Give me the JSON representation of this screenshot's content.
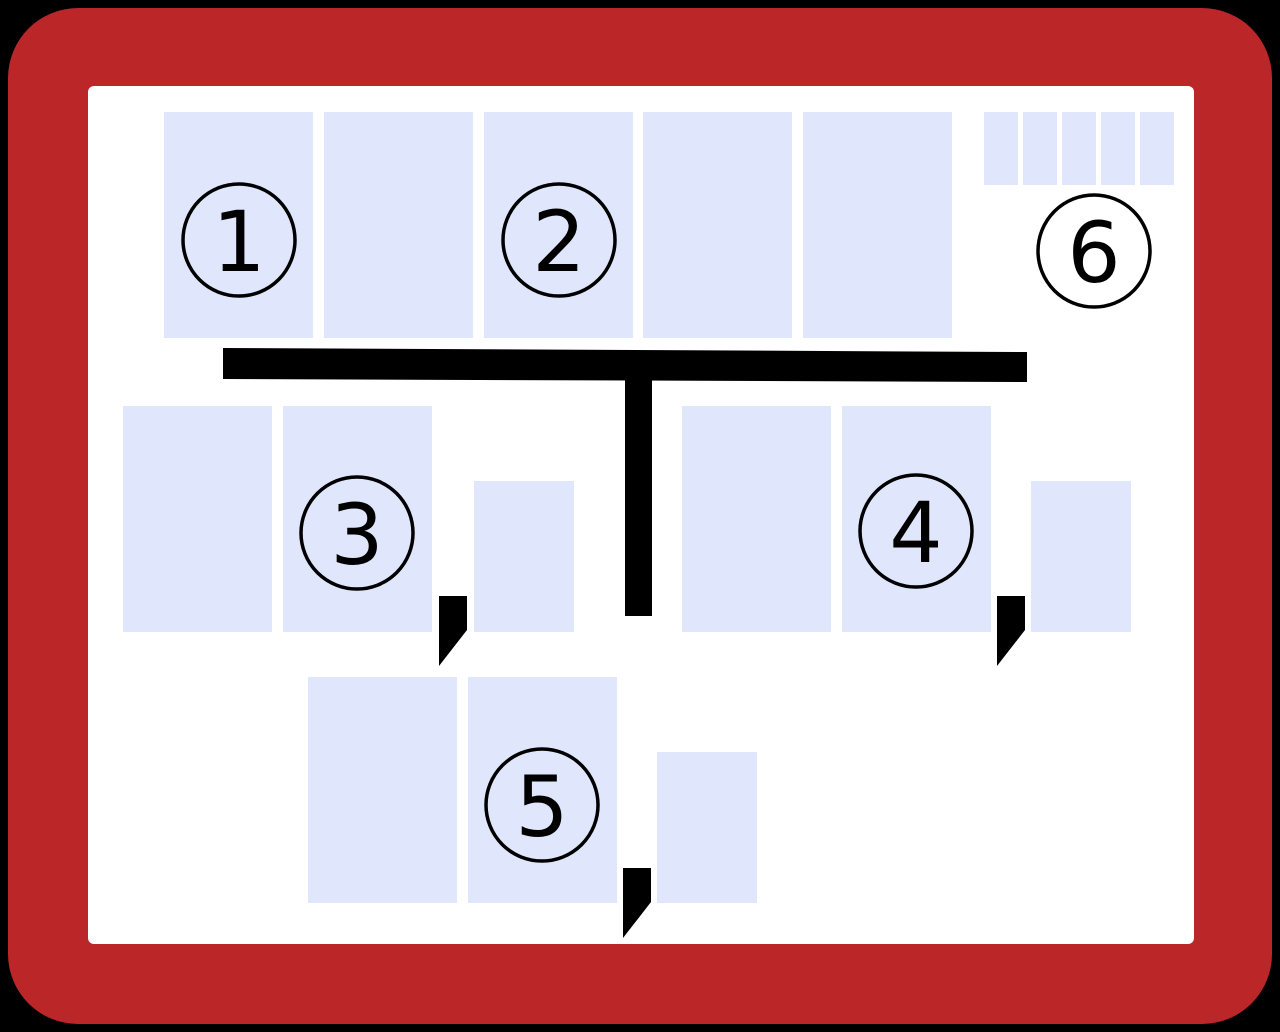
{
  "colors": {
    "frame": "#bb2629",
    "background": "#ffffff",
    "cell": "#e0e7fd",
    "ink": "#000000"
  },
  "labels": {
    "one": "1",
    "two": "2",
    "three": "3",
    "four": "4",
    "five": "5",
    "six": "6"
  }
}
